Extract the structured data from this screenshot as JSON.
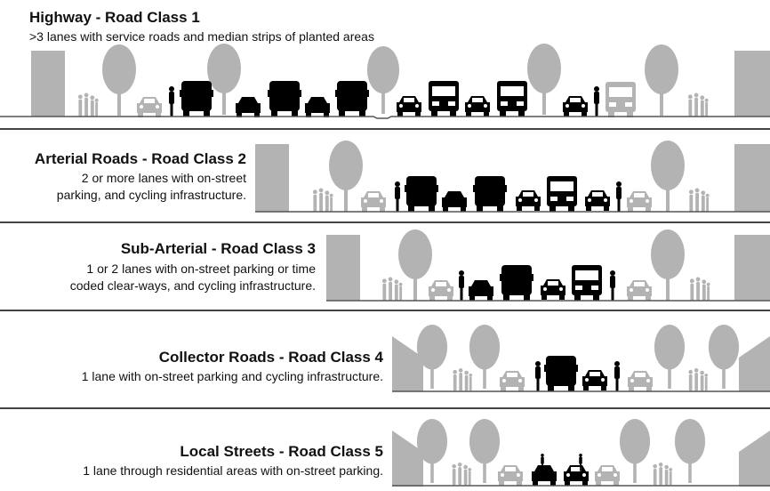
{
  "sections": [
    {
      "title": "Highway - Road Class 1",
      "desc": [
        ">3 lanes with service roads and median strips of planted areas"
      ]
    },
    {
      "title": "Arterial Roads - Road Class 2",
      "desc": [
        "2 or more lanes with on-street",
        "parking, and cycling infrastructure."
      ]
    },
    {
      "title": "Sub-Arterial - Road Class 3",
      "desc": [
        "1 or 2 lanes with on-street parking or time",
        "coded clear-ways, and cycling infrastructure."
      ]
    },
    {
      "title": "Collector Roads - Road Class 4",
      "desc": [
        "1 lane with on-street parking and cycling infrastructure."
      ]
    },
    {
      "title": "Local Streets - Road Class 5",
      "desc": [
        "1 lane through residential areas with on-street parking."
      ]
    }
  ],
  "colors": {
    "silhouette": "#000000",
    "background_element": "#b3b3b3",
    "divider": "#444444"
  }
}
